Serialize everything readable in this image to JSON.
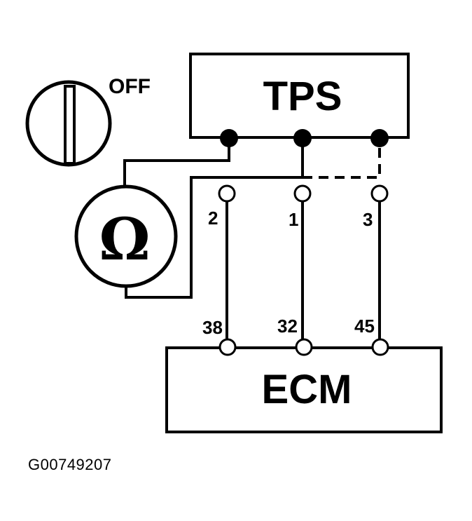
{
  "switch": {
    "state_label": "OFF"
  },
  "tps": {
    "label": "TPS"
  },
  "ecm": {
    "label": "ECM"
  },
  "meter": {
    "symbol": "Ω",
    "icon": "ohmmeter-icon"
  },
  "connector_pins": [
    {
      "label": "2"
    },
    {
      "label": "1"
    },
    {
      "label": "3"
    }
  ],
  "ecm_pins": [
    {
      "label": "38"
    },
    {
      "label": "32"
    },
    {
      "label": "45"
    }
  ],
  "figure_id": "G00749207",
  "colors": {
    "ink": "#000000",
    "background": "#ffffff"
  }
}
